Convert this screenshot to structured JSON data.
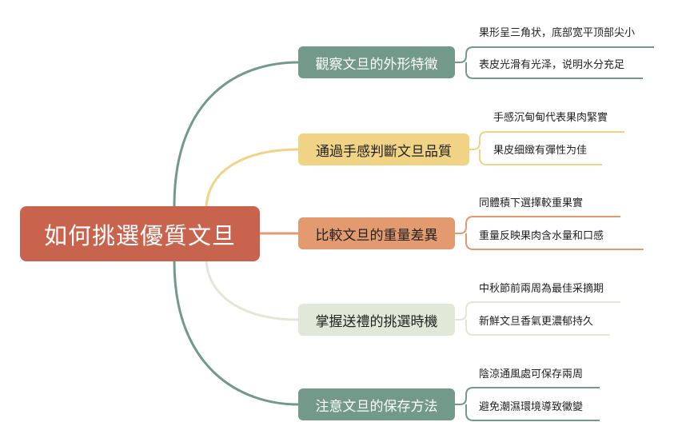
{
  "root": {
    "label": "如何挑選優質文旦",
    "color": "#c8644e"
  },
  "branches": [
    {
      "label": "觀察文旦的外形特徵",
      "color": "#72998a",
      "text_color": "#ffffff",
      "leaves": [
        "果形呈三角状，底部宽平顶部尖小",
        "表皮光滑有光泽，说明水分充足"
      ]
    },
    {
      "label": "通過手感判斷文旦品質",
      "color": "#f1d386",
      "text_color": "#222222",
      "leaves": [
        "手感沉甸甸代表果肉緊實",
        "果皮细緻有彈性为佳"
      ]
    },
    {
      "label": "比較文旦的重量差異",
      "color": "#e39a6f",
      "text_color": "#222222",
      "leaves": [
        "同體積下選擇較重果實",
        "重量反映果肉含水量和口感"
      ]
    },
    {
      "label": "掌握送禮的挑選時機",
      "color": "#e1e8d7",
      "text_color": "#222222",
      "leaves": [
        "中秋節前兩周為最佳采摘期",
        "新鮮文旦香氣更濃郁持久"
      ]
    },
    {
      "label": "注意文旦的保存方法",
      "color": "#72998a",
      "text_color": "#ffffff",
      "leaves": [
        "陰涼通風處可保存兩周",
        "避免潮濕環境導致黴變"
      ]
    }
  ]
}
